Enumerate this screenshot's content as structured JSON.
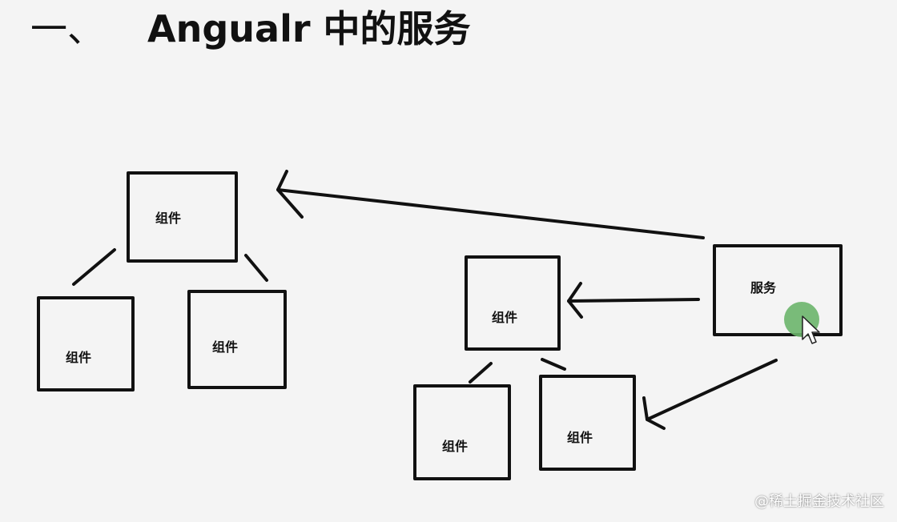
{
  "title": {
    "number": "一、",
    "text": "Angualr 中的服务"
  },
  "diagram": {
    "nodes": [
      {
        "id": "component-top-left",
        "label": "组件"
      },
      {
        "id": "component-bottom-left-1",
        "label": "组件"
      },
      {
        "id": "component-bottom-left-2",
        "label": "组件"
      },
      {
        "id": "component-mid-right",
        "label": "组件"
      },
      {
        "id": "component-bottom-right-1",
        "label": "组件"
      },
      {
        "id": "component-bottom-right-2",
        "label": "组件"
      },
      {
        "id": "service",
        "label": "服务"
      }
    ],
    "colors": {
      "stroke": "#111111",
      "cursor_dot": "#6bb56b"
    }
  },
  "watermark": "@稀土掘金技术社区"
}
